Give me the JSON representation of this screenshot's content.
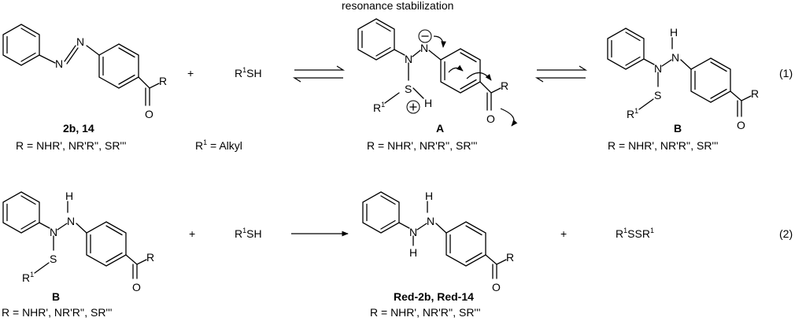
{
  "header": {
    "resonance": "resonance stabilization"
  },
  "atoms": {
    "N": "N",
    "S": "S",
    "H": "H",
    "O": "O",
    "R": "R",
    "R1": "R",
    "one": "1"
  },
  "equation1": {
    "reactant_label": "2b, 14",
    "reactant_r": "R = NHR', NR'R'', SR'''",
    "plus": "+",
    "thiol": "R",
    "thiol_sup": "1",
    "thiol_suffix": "SH",
    "r1_def_prefix": "R",
    "r1_def_sup": "1",
    "r1_def_suffix": " = Alkyl",
    "intermediate_label": "A",
    "intermediate_r": "R = NHR', NR'R'', SR'''",
    "product_label": "B",
    "product_r": "R = NHR', NR'R'', SR'''",
    "number": "(1)"
  },
  "equation2": {
    "reactant_label": "B",
    "reactant_r": "R = NHR', NR'R'', SR'''",
    "plus1": "+",
    "thiol": "R",
    "thiol_sup": "1",
    "thiol_suffix": "SH",
    "product_label": "Red-2b, Red-14",
    "product_r": "R = NHR', NR'R'', SR'''",
    "plus2": "+",
    "disulfide_a": "R",
    "disulfide_sup1": "1",
    "disulfide_mid": "SSR",
    "disulfide_sup2": "1",
    "number": "(2)"
  }
}
